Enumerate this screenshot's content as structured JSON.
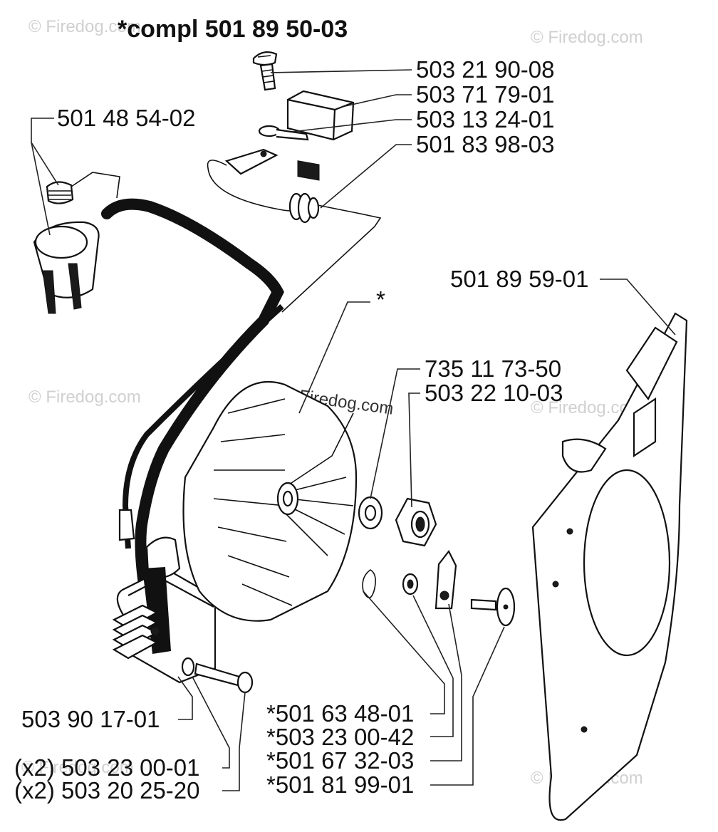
{
  "title": "*compl 501 89 50-03",
  "watermark": "© Firedog.com",
  "labels": {
    "screw_top": "503 21 90-08",
    "ignition_module": "503 71 79-01",
    "terminal": "503 13 24-01",
    "cable_assembly": "501 83 98-03",
    "spark_plug_boot": "501 48 54-02",
    "plate": "501 89 59-01",
    "flywheel_star": "*",
    "washer": "735 11 73-50",
    "nut": "503 22 10-03",
    "spring": "*501 63 48-01",
    "small_washer": "*503 23 00-42",
    "pawl": "*501 67 32-03",
    "shoulder_screw": "*501 81 99-01",
    "ignition_coil": "503 90 17-01",
    "washer_x2": "(x2) 503 23 00-01",
    "screw_x2": "(x2) 503 20 25-20"
  }
}
